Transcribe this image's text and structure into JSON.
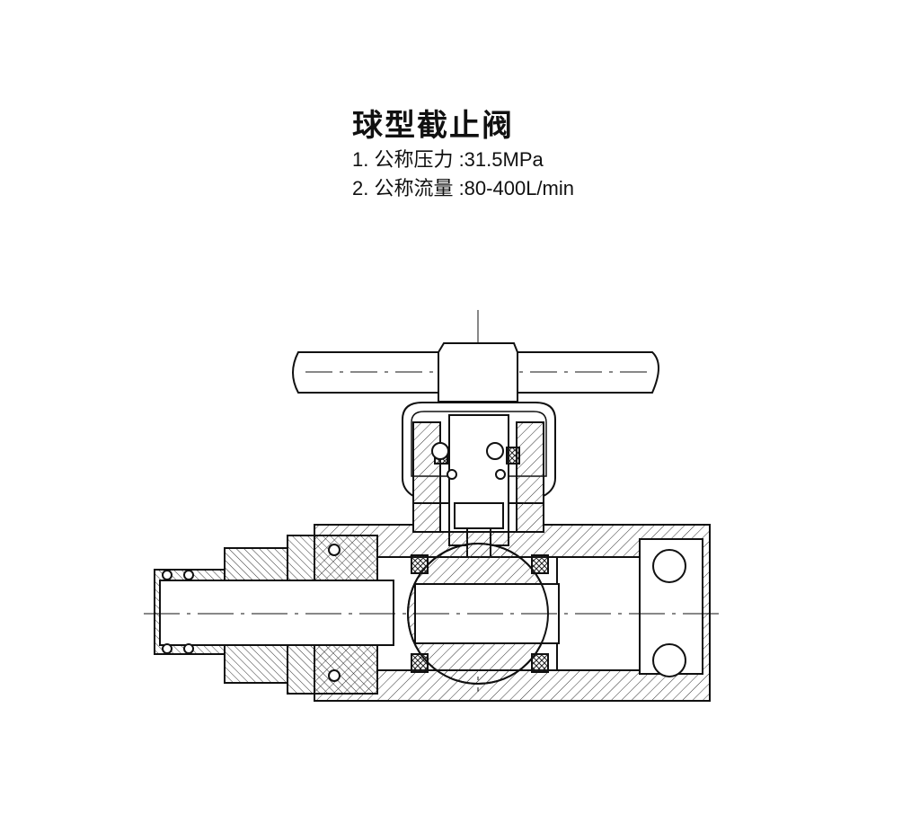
{
  "title": "球型截止阀",
  "specs": [
    "1. 公称压力 :31.5MPa",
    "2. 公称流量 :80-400L/min"
  ]
}
